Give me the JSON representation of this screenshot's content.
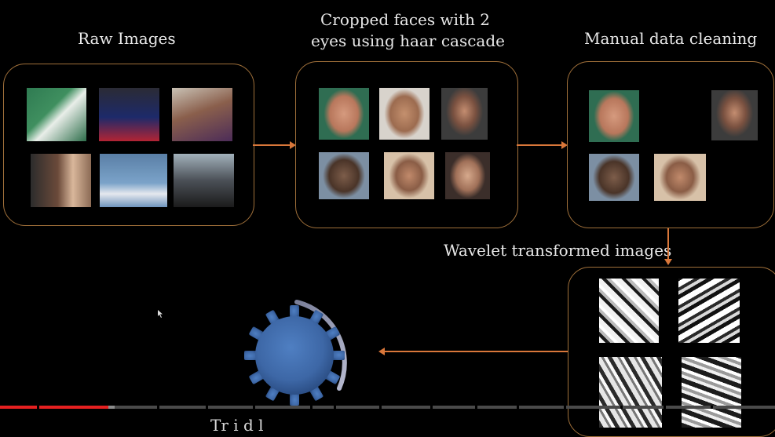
{
  "labels": {
    "raw_images": "Raw Images",
    "cropped_faces": "Cropped faces with 2\neyes using haar cascade",
    "manual_cleaning": "Manual data cleaning",
    "wavelet": "Wavelet transformed images",
    "bottom_partial": "Tr i     d l"
  },
  "colors": {
    "box_border": "#a0703a",
    "arrow": "#d9773a",
    "gear": "#3d67a6",
    "progress_played": "#e52020"
  },
  "video_progress": {
    "played_fraction": 0.14
  },
  "icons": {
    "gear": "gear-icon",
    "cursor": "mouse-cursor-icon"
  }
}
